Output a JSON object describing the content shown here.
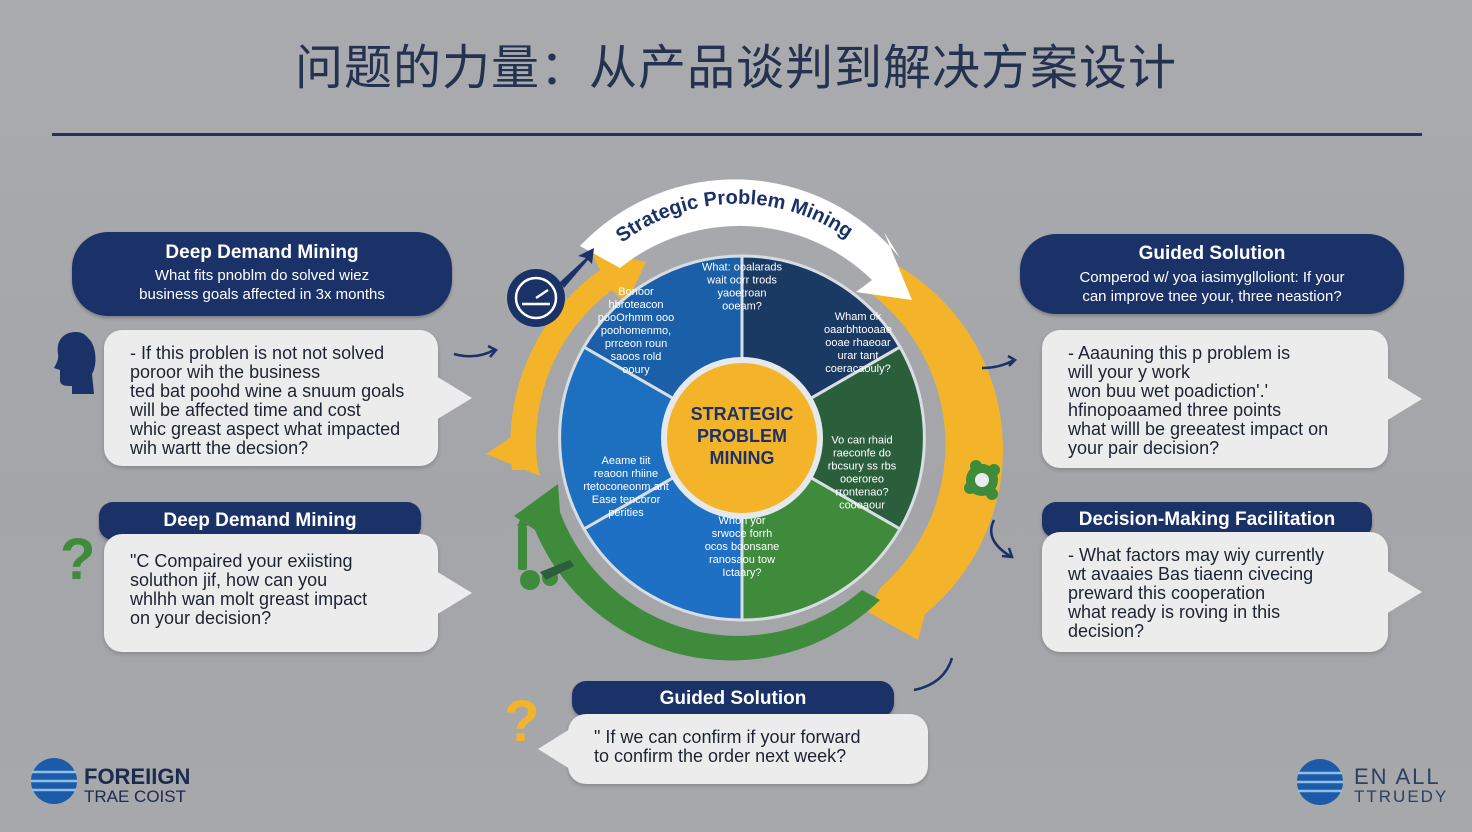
{
  "title": "问题的力量：从产品谈判到解决方案设计",
  "center": {
    "ring_label": "Strategic Problem Mining",
    "hub_lines": [
      "STRATEGIC",
      "PROBLEM",
      "MINING"
    ],
    "segments": [
      {
        "lines": [
          "What: ooalarads",
          "wait oorr trods",
          "yaoetroan",
          "ooeam?"
        ]
      },
      {
        "lines": [
          "Wham ok",
          "oaarbhtooaae",
          "ooae rhaeoar",
          "urar tant",
          "coeracaouly?"
        ]
      },
      {
        "lines": [
          "Vo can rhaid",
          "raeconfe do",
          "rbcsury ss rbs",
          "ooeroreo",
          "rrontenao?",
          "coooaour"
        ]
      },
      {
        "lines": [
          "Whon yor",
          "srwoce forrh",
          "ocos boonsane",
          "ranosaou tow",
          "Ictaary?"
        ]
      },
      {
        "lines": [
          "Aeame tiit",
          "reaoon rhiine",
          "rtetoconeonm ant",
          "Ease tencoror",
          "perities"
        ]
      },
      {
        "lines": [
          "Bonoor",
          "hbroteacon",
          "pooOrhmm ooo",
          "poohomenmo,",
          "prrceon roun",
          "saoos rold",
          "ooury"
        ]
      }
    ]
  },
  "left_top": {
    "heading": "Deep Demand Mining",
    "sub1": "What fits pnoblm do solved wiez",
    "sub2": "business goals affected in 3x months",
    "bubble": "- If this problen is not not solved\nporoor wih the business\nted bat poohd wine a snuum goals\nwill be affected time and cost\nwhic greast aspect what impacted\nwih wartt the decsion?"
  },
  "left_bottom": {
    "heading": "Deep Demand Mining",
    "bubble": "\"C Compaired your exiisting\nsoluthon  jif, how can you\n  whlhh wan molt greast impact\non your decision?"
  },
  "right_top": {
    "heading": "Guided Solution",
    "sub1": "Comperod w/ yoa iasimyglloliont: If your",
    "sub2": "can improve tnee your, three neastion?",
    "bubble": "- Aaauning this p problem is\nwill your y work\nwon buu wet  poadiction'.'\nhfinopoaamed three points\nwhat willl be greeatest impact on\nyour pair decision?"
  },
  "right_bottom": {
    "heading": "Decision-Making Facilitation",
    "bubble": "- What factors may wiy currently\nwt avaaies Bas tiaenn civecing\npreward  this cooperation\nwhat ready is  roving  in this\ndecision?"
  },
  "bottom_center": {
    "heading": "Guided Solution",
    "bubble": "\" If we can confirm if your forward\nto confirm the order next week?"
  },
  "logos": {
    "left_line1": "FOREIIGN",
    "left_line2": "TRAE COIST",
    "right_line1": "EN ALL",
    "right_line2": "TTRUEDY"
  },
  "colors": {
    "navy": "#1b3268",
    "blue": "#1d70c4",
    "dark_green": "#2b5f3c",
    "green": "#3f8b3c",
    "yellow": "#f3b42a"
  }
}
